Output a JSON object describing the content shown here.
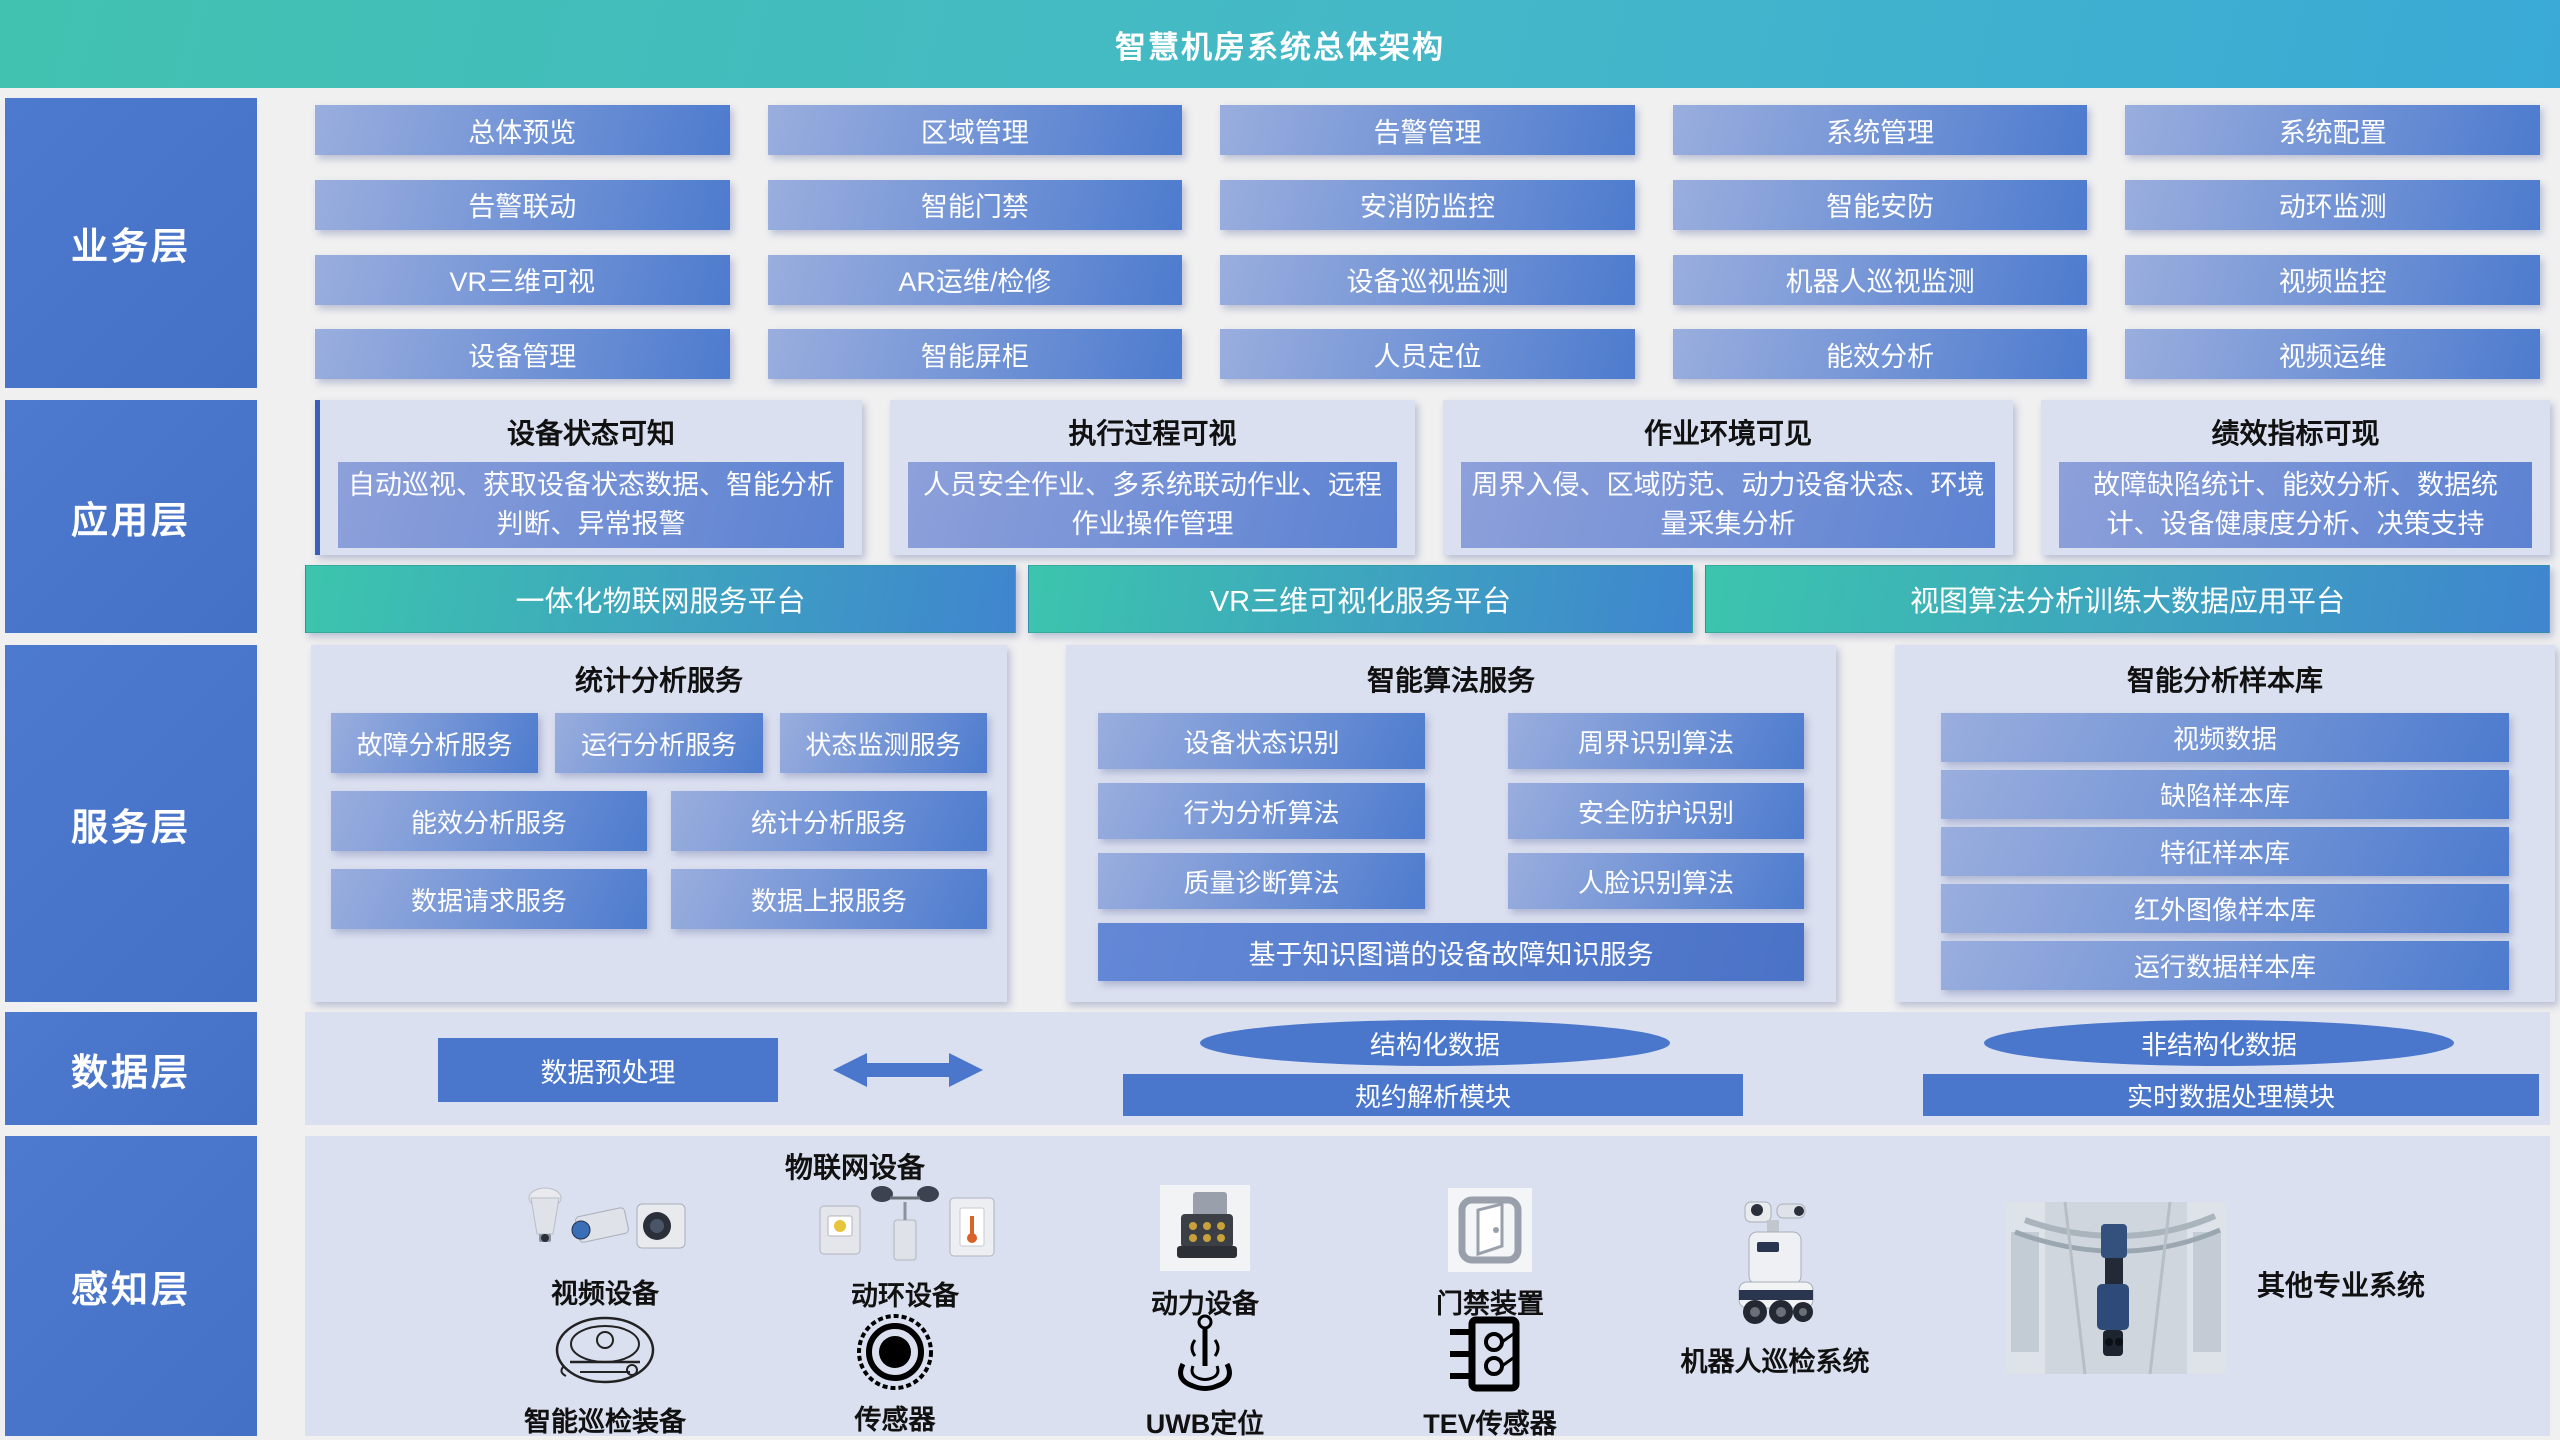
{
  "colors": {
    "accent_blue": "#4a77cc",
    "teal": "#3fc0b4",
    "panel_lavender": "#dbe0f0",
    "button_gradient_from": "#9aaede",
    "button_gradient_to": "#4d7bce",
    "titlebar_gradient_from": "#41c2b0",
    "titlebar_gradient_to": "#3aa9d6"
  },
  "title_bar": {
    "title": "智慧机房系统总体架构"
  },
  "business": {
    "label": "业务层",
    "items": [
      "总体预览",
      "区域管理",
      "告警管理",
      "系统管理",
      "系统配置",
      "告警联动",
      "智能门禁",
      "安消防监控",
      "智能安防",
      "动环监测",
      "VR三维可视",
      "AR运维/检修",
      "设备巡视监测",
      "机器人巡视监测",
      "视频监控",
      "设备管理",
      "智能屏柜",
      "人员定位",
      "能效分析",
      "视频运维"
    ]
  },
  "application": {
    "label": "应用层",
    "boxes": [
      {
        "title": "设备状态可知",
        "desc": "自动巡视、获取设备状态数据、智能分析判断、异常报警"
      },
      {
        "title": "执行过程可视",
        "desc": "人员安全作业、多系统联动作业、远程作业操作管理"
      },
      {
        "title": "作业环境可见",
        "desc": "周界入侵、区域防范、动力设备状态、环境量采集分析"
      },
      {
        "title": "绩效指标可现",
        "desc": "故障缺陷统计、能效分析、数据统计、设备健康度分析、决策支持"
      }
    ],
    "platforms": [
      "一体化物联网服务平台",
      "VR三维可视化服务平台",
      "视图算法分析训练大数据应用平台"
    ]
  },
  "service": {
    "label": "服务层",
    "stats": {
      "title": "统计分析服务",
      "row1": [
        "故障分析服务",
        "运行分析服务",
        "状态监测服务"
      ],
      "row2": [
        "能效分析服务",
        "统计分析服务"
      ],
      "row3": [
        "数据请求服务",
        "数据上报服务"
      ]
    },
    "algo": {
      "title": "智能算法服务",
      "left": [
        "设备状态识别",
        "行为分析算法",
        "质量诊断算法"
      ],
      "right": [
        "周界识别算法",
        "安全防护识别",
        "人脸识别算法"
      ],
      "bottom": "基于知识图谱的设备故障知识服务"
    },
    "samples": {
      "title": "智能分析样本库",
      "items": [
        "视频数据",
        "缺陷样本库",
        "特征样本库",
        "红外图像样本库",
        "运行数据样本库"
      ]
    }
  },
  "data_layer": {
    "label": "数据层",
    "preprocess": "数据预处理",
    "structured": {
      "ellipse": "结构化数据",
      "module": "规约解析模块"
    },
    "unstructured": {
      "ellipse": "非结构化数据",
      "module": "实时数据处理模块"
    }
  },
  "perception": {
    "label": "感知层",
    "title": "物联网设备",
    "devices": {
      "video": "视频设备",
      "env": "动环设备",
      "power": "动力设备",
      "door": "门禁装置",
      "robot": "机器人巡检系统",
      "other": "其他专业系统",
      "inspect": "智能巡检装备",
      "sensor": "传感器",
      "uwb": "UWB定位",
      "tev": "TEV传感器"
    }
  }
}
